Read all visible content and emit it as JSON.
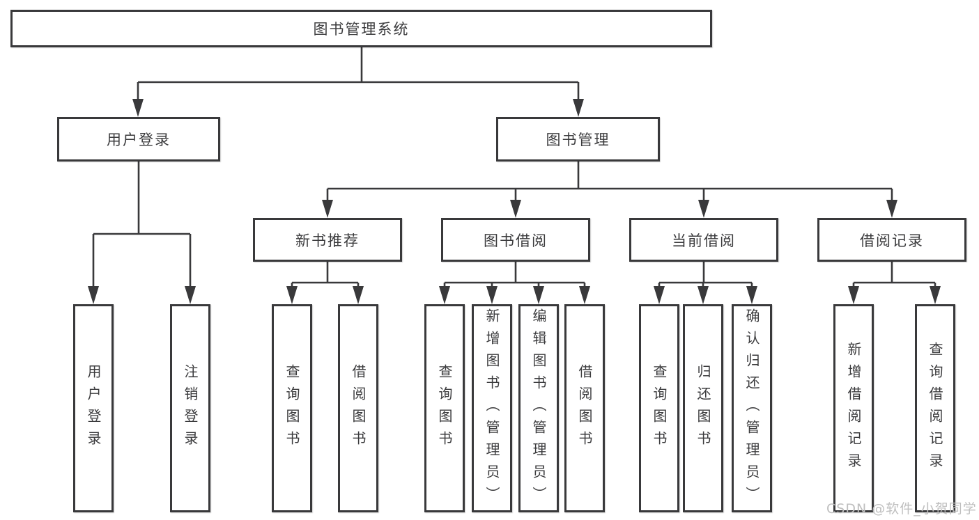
{
  "diagram_title": "图书管理系统",
  "tree": {
    "root": {
      "label": "图书管理系统",
      "children": [
        {
          "label": "用户登录",
          "children": [
            {
              "label": "用户登录"
            },
            {
              "label": "注销登录"
            }
          ]
        },
        {
          "label": "图书管理",
          "children": [
            {
              "label": "新书推荐",
              "children": [
                {
                  "label": "查询图书"
                },
                {
                  "label": "借阅图书"
                }
              ]
            },
            {
              "label": "图书借阅",
              "children": [
                {
                  "label": "查询图书"
                },
                {
                  "label": "新增图书（管理员）"
                },
                {
                  "label": "编辑图书（管理员）"
                },
                {
                  "label": "借阅图书"
                }
              ]
            },
            {
              "label": "当前借阅",
              "children": [
                {
                  "label": "查询图书"
                },
                {
                  "label": "归还图书"
                },
                {
                  "label": "确认归还（管理员）"
                }
              ]
            },
            {
              "label": "借阅记录",
              "children": [
                {
                  "label": "新增借阅记录"
                },
                {
                  "label": "查询借阅记录"
                }
              ]
            }
          ]
        }
      ]
    }
  },
  "watermark": "CSDN @软件_小贺同学",
  "colors": {
    "line": "#39393b",
    "text": "#3b3b3d",
    "watermark": "#bfbfbf",
    "background": "#ffffff"
  }
}
